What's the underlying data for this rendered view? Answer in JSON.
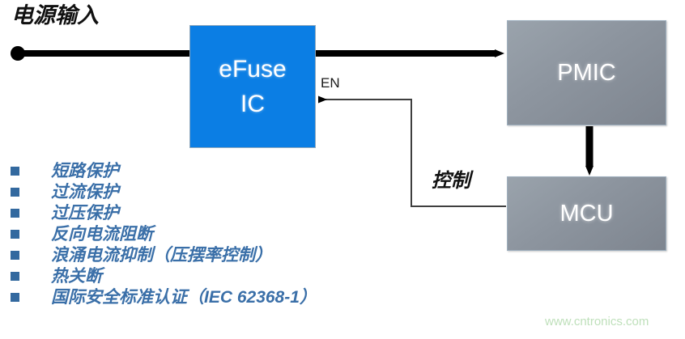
{
  "diagram": {
    "power_input_label": "电源输入",
    "blocks": {
      "efuse": {
        "line1": "eFuse",
        "line2": "IC",
        "fill_color": "#0b7ee4"
      },
      "pmic": {
        "label": "PMIC",
        "fill_color": "#8d959f"
      },
      "mcu": {
        "label": "MCU",
        "fill_color": "#8d959f"
      }
    },
    "signals": {
      "en_label": "EN",
      "control_label": "控制"
    }
  },
  "features": {
    "bullet_color": "#33699f",
    "text_color": "#3a6fa8",
    "items": [
      {
        "label": "短路保护"
      },
      {
        "label": "过流保护"
      },
      {
        "label": "过压保护"
      },
      {
        "label": "反向电流阻断"
      },
      {
        "label": "浪涌电流抑制（压摆率控制）"
      },
      {
        "label": "热关断"
      },
      {
        "label": "国际安全标准认证（IEC 62368-1）"
      }
    ]
  },
  "watermark": {
    "text": "www.cntronics.com",
    "color": "#bfe0bb"
  }
}
